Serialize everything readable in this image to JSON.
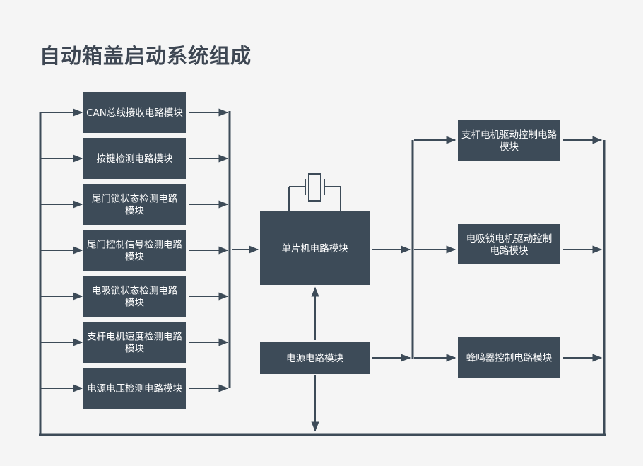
{
  "title": "自动箱盖启动系统组成",
  "colors": {
    "box": "#3d4b58",
    "line": "#3d4b58",
    "text": "#ffffff",
    "title": "#3e4753",
    "background": "#f5f5f5"
  },
  "input_modules": [
    [
      "CAN总线接收电路模块"
    ],
    [
      "按键检测电路模块"
    ],
    [
      "尾门锁状态检测电路",
      "模块"
    ],
    [
      "尾门控制信号检测电路",
      "模块"
    ],
    [
      "电吸锁状态检测电路",
      "模块"
    ],
    [
      "支杆电机速度检测电路",
      "模块"
    ],
    [
      "电源电压检测电路模块"
    ]
  ],
  "mcu": [
    "单片机电路模块"
  ],
  "power": [
    "电源电路模块"
  ],
  "output_modules": [
    [
      "支杆电机驱动控制电路",
      "模块"
    ],
    [
      "电吸锁电机驱动控制",
      "电路模块"
    ],
    [
      "蜂鸣器控制电路模块"
    ]
  ]
}
